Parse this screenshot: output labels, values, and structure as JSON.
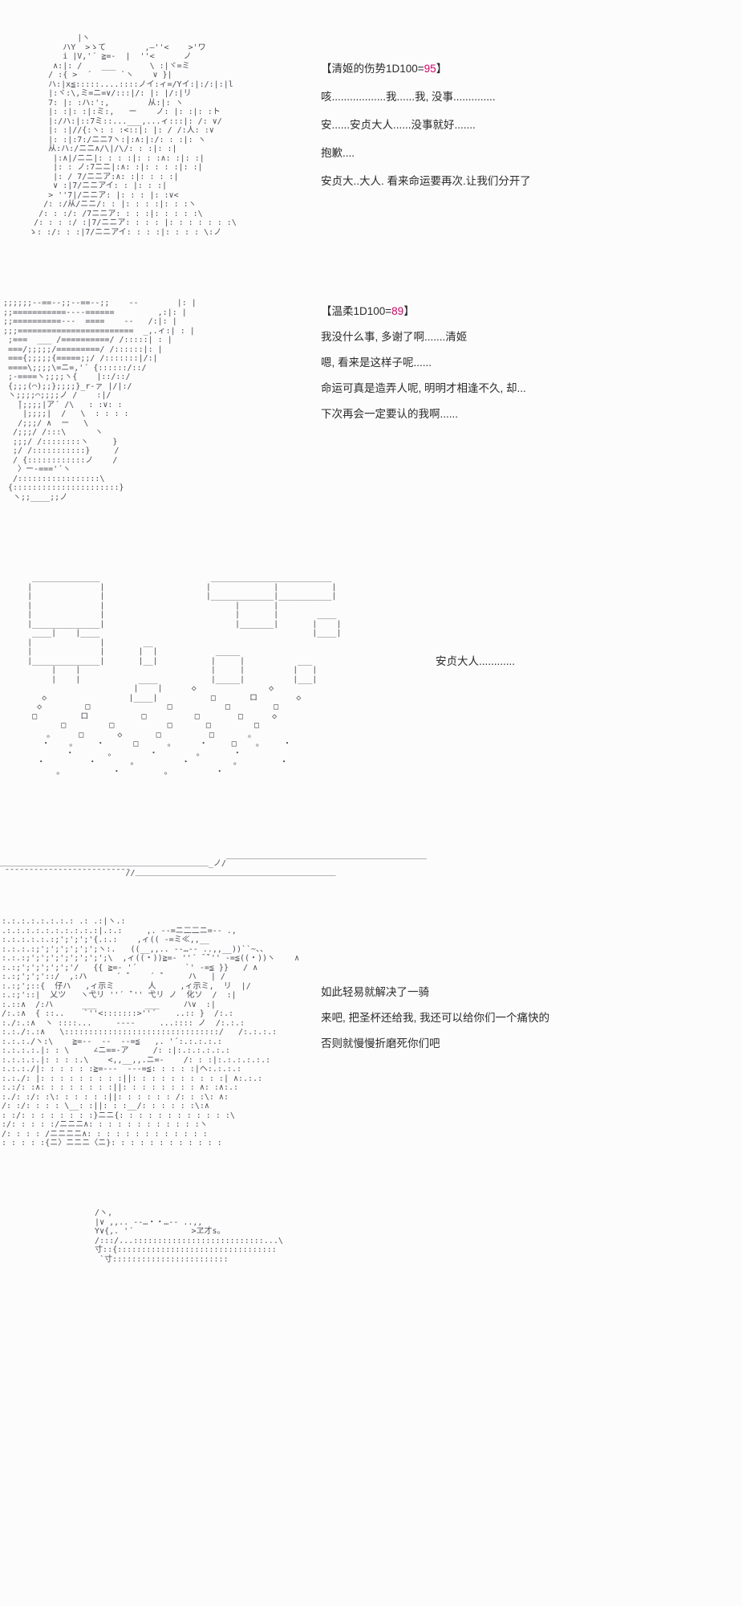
{
  "page": {
    "bg": "#fcfcfc"
  },
  "colors": {
    "dice": "#d4006a",
    "text": "#2b2b2b",
    "art": "#4a4a55"
  },
  "sections": [
    {
      "name": "kiyohime-injured",
      "art": [
        "             |ヽ",
        "          ハY  >ゝて        ,―''<    >'ワ",
        "          i |V,'´ ≧=‐  |  ''<      ノ",
        "        ∧:|: /    ___       \\ :|ヾ=ミ",
        "       / :{ >  ´      `ヽ    ∨ }|",
        "       ハ:|x≦:::::....::::ノイ:ィ=/Yイ:|:/:|:|l",
        "       |:ヾ:\\,ミ=ニ=∨/:::|/: |: |/:|リ",
        "       7: |: :ハ:':,        从:|: ヽ",
        "       |: :|: :|:ミ:,   ー    ノ: |: :|: :ト",
        "       |:/ハ:|::7ミ::...___,...ィ:::|: /: ∨/",
        "       |: :|//{:ヽ: : :<::|: |: / /:人: :∨",
        "       |: :|:7:/ニニ7ヽ:|:∧:|:/: : :|: ヽ",
        "       从:ハ:/ニニ∧/\\|/\\/: : :|: :|",
        "        |:∧|/ニニ|: : : :|: : :∧: :|: :|",
        "        |: : ノ:7ニニ|:∧: :|: : : :|: :|",
        "        |: / 7/ニニア:∧: :|: : : :|",
        "        ∨ :|7/ニニアイ: : |: : :|",
        "       > ''7|/ニニア: |: : : |: :∨<",
        "      /: :/从/ニニ/: : |: : : :|: : :ヽ",
        "     /: : :/: /7ニニア: : : :|: : : : :\\",
        "    /: : : :/ :|7/ニニア: : : : |: : : : : : :\\",
        "   ゝ: :/: : :|7/ニニアイ: : : :|: : : : \\:ノ"
      ],
      "header": {
        "prefix": "【清姬的伤势1D100=",
        "value": "95",
        "suffix": "】"
      },
      "lines": [
        "咳..................我......我, 没事..............",
        "安......安贞大人......没事就好.......",
        "抱歉....",
        "安贞大..大人. 看来命运要再次.让我们分开了"
      ]
    },
    {
      "name": "anzhen-fallen",
      "art": [
        ";;;;;;--==--;;--==--;;    --        |: |",
        ";;===========----======         ,:|: |",
        ";;==========---  ====    --   /:|: |",
        ";;;========================  _,.ィ:| : |",
        " ;===  ___ /==========/ /:::::| : |",
        " ===/;;;;;/=========/ /::::::|: |",
        " ==={;;;;;{=====;;/ /:::::::|/:|",
        " ====\\;;;;\\=ニ=,'´ {::::::/::/",
        " ;-====ヽ;;;;ヽ{    |::/::/",
        " {;;;(⌒);;};;;;}_r‐ァ |/|:/",
        " ヽ;;;;⌒;;;;ノ /    :|/",
        "   ̄|;;;;|ア´ /\\   : :∨: :",
        "    |;;;;|  /   \\  : : : :",
        "   /;;;/ ∧  ー   \\",
        "  /;;;/ /:::\\      ヽ",
        "  ;;;/ /::::::::ヽ     }",
        "  ;/ /:::::::::::}     /",
        "  / {::::::::::::ノ    /",
        "   〉ー-==='´ヽ",
        "  /:::::::::::::::::\\",
        " {::::::::::::::::::::::}",
        "  ヽ;;____;;ノ"
      ],
      "header": {
        "prefix": "【温柔1D100=",
        "value": "89",
        "suffix": "】"
      },
      "lines": [
        "我没什么事, 多谢了啊.......清姬",
        "嗯, 看来是这样子呢......",
        "命运可真是造弄人呢, 明明才相逢不久, 却...",
        "下次再会一定要认的我啊......"
      ]
    },
    {
      "name": "shatter-scene",
      "art": [
        "     ______________                       _________________________",
        "    |              |                     |             |           |",
        "    |              |                     |_____________|___________|",
        "    |              |                           |       |",
        "    |              |                           |       |        ____",
        "    |______________|                           |_______|       |    |",
        "     ____|    |____                                            |____|",
        "    |              |        __",
        "    |              |       |  |            _____",
        "    |______________|       |__|           |     |           ___",
        "         |    |                           |     |          |   |",
        "         |    |            ____           |_____|          |___|",
        "                          |    |      ◇               ◇",
        "       ◇                 |____|           □       ロ        ◇",
        "      ◇         □                □           □         □",
        "     □         ロ           □          □        □      ◇",
        "           □         □           □       □         □",
        "        。     □       ◇       □          □       。",
        "       ・    。    ・      □      。     ・     □    。    ・",
        "            ・       。       ・        。      ・",
        "      ・         ・       。         ・         。        ・",
        "          。          ・         。         ・"
      ],
      "caption": "安贞大人............",
      "ground": [
        "＿＿＿＿＿＿＿＿＿＿＿＿＿＿＿＿＿＿＿＿＿＿＿＿＿＿_ノ/￣￣￣￣￣￣￣￣￣￣￣￣￣￣￣￣￣￣￣￣￣￣￣￣￣",
        " ̄ ̄ ̄ ̄ ̄ ̄ ̄ ̄ ̄ ̄ ̄ ̄ ̄ ̄ ̄ ̄ ̄ ̄ ̄ ̄ ̄ ̄ ̄ ̄ ̄ ̄//＿＿＿＿＿＿＿＿＿＿＿＿＿＿＿＿＿＿＿＿＿＿＿＿＿"
      ]
    },
    {
      "name": "villain-closeup",
      "art": [
        ":.:.:.:.:.:.:.: .: .:|ヽ.:",
        ".:.:.:.:.:.:.:.:.:.:|.:.:     ,. -‐=ニ二二ニ=‐- .,",
        ":.:.:.:.:.:;';';';'{.:.:    ,ィ(( -=ミ≪,,__",
        ":.:.:.:;';';';';';';ヽ:.   ((__,,.. -‐…‐- ..,,__))``~、、",
        ":.:.:;';';';';';';';';\\  ,ィ((・))≧=‐ ''´ ̄ ̄`'' ‐=≦((・))ヽ    ∧",
        ":.:;';';';';';'/   {{ ≧=‐ '´          `' ‐=≦ }}   / ∧",
        ":.:;';';'::/  ,:ハ      ´ ̄`    ´ ̄`     ハ   | /",
        ":.:;';::{  仔ハ   ,ィ示ミ       人     ,ィ示ミ,  リ  |/",
        ":.:;'::|  乂ツ   ヽ弋リ ''´ ̄`'' 弋リ ノ  化ソ  /  :|",
        ":.::∧  /:ハ      ___          ___     ハ∨  :|",
        "/:.:∧  { ::..    `''<:::::::>''´    ..:: }  /:.:",
        ":./:.:∧  ヽ ::::...     -‐‐-     ...:::: ノ  /:.:.:",
        ":.:./:.:∧   \\::::::::::::::::::::::::::::::::/   /:.:.:.:",
        ":.:.:./ヽ:\\    ≧=‐-  --  -‐=≦   ,. '´:.:.:.:.:",
        ":.:.:.:.|: : \\     ∠ニ==‐ア     /: :|:.:.:.:.:.:",
        ":.:.:.:.|: : : :.\\    <,,__,,.ニ=‐    /: : :|:.:.:.:.:.:",
        ":.:.:./|: : : : : :≧=‐--  --‐=≦: : : : :|ヘ:.:.:.:",
        ":.:./: |: : : : : : : : :||: : : : : : : : : :| ∧:.:.:",
        ":.:/: :∧: : : : : : : :||: : : : : : : : ∧: :∧:.:",
        ":./: :/: :\\: : : : : :||: : : : : : /: : :\\: ∧:",
        "/: :/: : : : \\__: :||: : :__/: : : : : :\\:∧",
        ": :/: : : : : : : :}ニニ{: : : : : : : : : : : :\\",
        ":/: : : : :/ニニニ∧: : : : : : : : : : : :ヽ",
        "/: : : : /ニニニニ∧: : : : : : : : : : : : :",
        ": : : : :{ニ〉ニニニ〈ニ}: : : : : : : : : : : :"
      ],
      "lines": [
        "如此轻易就解决了一骑",
        "来吧, 把圣杯还给我, 我还可以给你们一个痛快的",
        "否则就慢慢折磨死你们吧"
      ]
    },
    {
      "name": "next-scene-fragment",
      "art": [
        "   /ヽ,",
        "   |∨ ,,.. -‐…・・…‐- ..,,",
        "   Y∨{,. '´            >ヱ才s。",
        "   /:::/...:::::::::::::::::::::::::::...\\",
        "   寸::{:::::::::::::::::::::::::::::::::",
        "    `寸::::::::::::::::::::::::"
      ]
    }
  ]
}
